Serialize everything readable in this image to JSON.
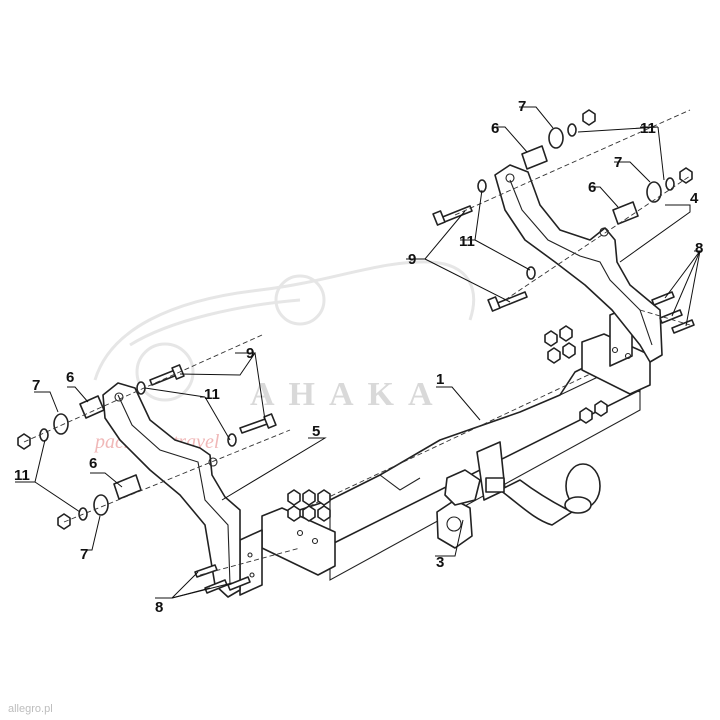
{
  "watermark": {
    "brand": "AHAKA",
    "tagline": "pack and travel"
  },
  "footer": {
    "seller": "allegro.pl"
  },
  "callouts": [
    {
      "id": "1",
      "text": "1"
    },
    {
      "id": "3",
      "text": "3"
    },
    {
      "id": "4",
      "text": "4"
    },
    {
      "id": "5",
      "text": "5"
    },
    {
      "id": "6a",
      "text": "6"
    },
    {
      "id": "6b",
      "text": "6"
    },
    {
      "id": "6c",
      "text": "6"
    },
    {
      "id": "6d",
      "text": "6"
    },
    {
      "id": "7a",
      "text": "7"
    },
    {
      "id": "7b",
      "text": "7"
    },
    {
      "id": "7c",
      "text": "7"
    },
    {
      "id": "7d",
      "text": "7"
    },
    {
      "id": "8a",
      "text": "8"
    },
    {
      "id": "8b",
      "text": "8"
    },
    {
      "id": "9a",
      "text": "9"
    },
    {
      "id": "9b",
      "text": "9"
    },
    {
      "id": "11a",
      "text": "11"
    },
    {
      "id": "11b",
      "text": "11"
    },
    {
      "id": "11c",
      "text": "11"
    },
    {
      "id": "11d",
      "text": "11"
    }
  ]
}
